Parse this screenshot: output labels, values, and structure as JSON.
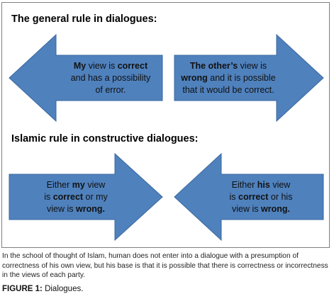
{
  "colors": {
    "arrow_fill": "#4f81bd",
    "arrow_stroke": "#3a689e",
    "arrow_text": "#111111",
    "frame": "#7f7f7f"
  },
  "sections": [
    {
      "title": "The general rule in dialogues:",
      "arrows": [
        {
          "direction": "left",
          "lines": [
            [
              {
                "t": "My",
                "b": true
              },
              {
                "t": " view is ",
                "b": false
              },
              {
                "t": "correct",
                "b": true
              }
            ],
            [
              {
                "t": "and has a possibility",
                "b": false
              }
            ],
            [
              {
                "t": "of error.",
                "b": false
              }
            ]
          ]
        },
        {
          "direction": "right",
          "lines": [
            [
              {
                "t": "The other’s",
                "b": true
              },
              {
                "t": " view is",
                "b": false
              }
            ],
            [
              {
                "t": "wrong",
                "b": true
              },
              {
                "t": " and it is possible",
                "b": false
              }
            ],
            [
              {
                "t": "that it would be correct.",
                "b": false
              }
            ]
          ]
        }
      ]
    },
    {
      "title": "Islamic rule in constructive dialogues:",
      "arrows": [
        {
          "direction": "right",
          "lines": [
            [
              {
                "t": "Either ",
                "b": false
              },
              {
                "t": "my",
                "b": true
              },
              {
                "t": " view",
                "b": false
              }
            ],
            [
              {
                "t": "is ",
                "b": false
              },
              {
                "t": "correct",
                "b": true
              },
              {
                "t": " or my",
                "b": false
              }
            ],
            [
              {
                "t": "view is ",
                "b": false
              },
              {
                "t": "wrong.",
                "b": true
              }
            ]
          ]
        },
        {
          "direction": "left",
          "lines": [
            [
              {
                "t": "Either ",
                "b": false
              },
              {
                "t": "his",
                "b": true
              },
              {
                "t": " view",
                "b": false
              }
            ],
            [
              {
                "t": "is ",
                "b": false
              },
              {
                "t": "correct",
                "b": true
              },
              {
                "t": " or his",
                "b": false
              }
            ],
            [
              {
                "t": "view is ",
                "b": false
              },
              {
                "t": "wrong.",
                "b": true
              }
            ]
          ]
        }
      ]
    }
  ],
  "caption": "In the school of thought of Islam, human does not enter into a dialogue with a presumption of correctness of his own view, but his base is that it is possible that there is correctness or incorrectness in the views of each party.",
  "figure_label": {
    "prefix": "FIGURE 1:",
    "text": " Dialogues."
  }
}
